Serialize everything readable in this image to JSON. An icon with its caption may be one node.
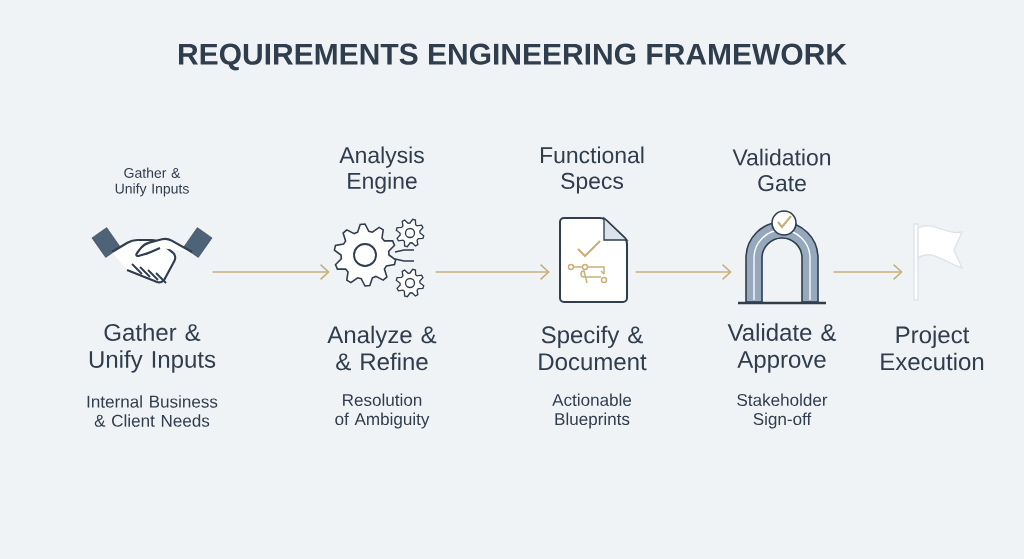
{
  "diagram": {
    "title": "REQUIREMENTS ENGINEERING FRAMEWORK",
    "nodes": [
      {
        "text": [],
        "shape": "picture",
        "beside": [
          "Gather & Unify Inputs",
          "Gather & Unify Inputs",
          "Internal Business & Client Needs"
        ]
      },
      {
        "text": [],
        "shape": "picture",
        "beside": [
          "Analysis Engine",
          "Analyze & & Refine",
          "Resolution of Ambiguity"
        ]
      },
      {
        "text": [],
        "shape": "picture",
        "beside": [
          "Functional Specs",
          "Specify & Document",
          "Actionable Blueprints"
        ]
      },
      {
        "text": [],
        "shape": "picture",
        "beside": [
          "Validation Gate",
          "Validate & Approve",
          "Stakeholder Sign-off"
        ]
      },
      {
        "text": [],
        "shape": "picture",
        "beside": [
          "Project Execution"
        ]
      }
    ],
    "edges": [
      {
        "from": 0,
        "to": 1,
        "arrow": "to"
      },
      {
        "from": 1,
        "to": 2,
        "arrow": "to"
      },
      {
        "from": 2,
        "to": 3,
        "arrow": "to"
      },
      {
        "from": 3,
        "to": 4,
        "arrow": "to"
      }
    ]
  }
}
